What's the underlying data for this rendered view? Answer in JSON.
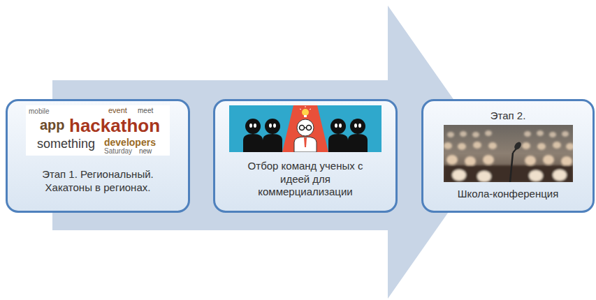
{
  "diagram": {
    "nodes": [
      {
        "text": [
          "Этап 1. Региональный. Хакатоны в регионах."
        ]
      },
      {
        "text": [
          "Отбор команд ученых с идеей для коммерциализации"
        ]
      },
      {
        "text": [
          "Этап 2.",
          "Школа-конференция"
        ]
      }
    ],
    "labels": [
      "hackathon",
      "event",
      "app",
      "something",
      "developers",
      "meet",
      "new",
      "Saturday",
      "mobile"
    ]
  }
}
